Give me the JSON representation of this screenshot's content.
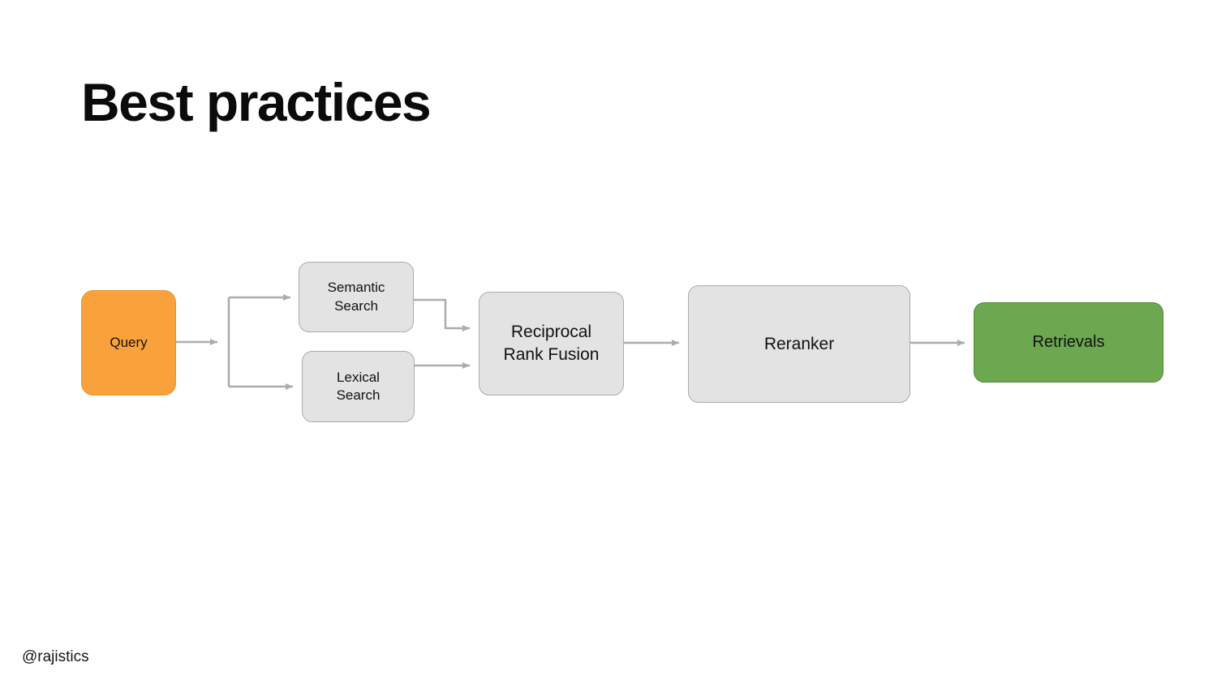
{
  "slide": {
    "title": "Best practices",
    "attribution": "@rajistics"
  },
  "diagram": {
    "nodes": {
      "query": {
        "label": "Query",
        "fill": "#F9A23C"
      },
      "semantic_search": {
        "label": "Semantic Search",
        "fill": "#E3E3E3"
      },
      "lexical_search": {
        "label": "Lexical Search",
        "fill": "#E3E3E3"
      },
      "rrf": {
        "label": "Reciprocal Rank Fusion",
        "fill": "#E3E3E3"
      },
      "reranker": {
        "label": "Reranker",
        "fill": "#E3E3E3"
      },
      "retrievals": {
        "label": "Retrievals",
        "fill": "#6CA850"
      }
    },
    "edges": [
      {
        "from": "query",
        "to": "semantic_search"
      },
      {
        "from": "query",
        "to": "lexical_search"
      },
      {
        "from": "semantic_search",
        "to": "rrf"
      },
      {
        "from": "lexical_search",
        "to": "rrf"
      },
      {
        "from": "rrf",
        "to": "reranker"
      },
      {
        "from": "reranker",
        "to": "retrievals"
      }
    ],
    "colors": {
      "query_fill": "#F9A23C",
      "query_border": "#E8932C",
      "node_fill": "#E3E3E3",
      "node_border": "#ABABAB",
      "retrievals_fill": "#6CA850",
      "retrievals_border": "#55883D",
      "arrow": "#ACACAC"
    }
  }
}
